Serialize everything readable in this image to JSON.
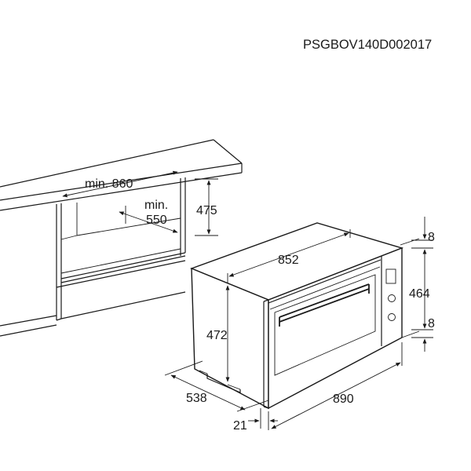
{
  "document_code": "PSGBOV140D002017",
  "dimensions": {
    "niche_width": "min. 860",
    "niche_depth_line1": "min.",
    "niche_depth_line2": "550",
    "niche_height": "475",
    "oven_width_top": "852",
    "oven_height": "472",
    "oven_depth": "538",
    "oven_front_width": "890",
    "front_height": "464",
    "gap_top": "8",
    "gap_bottom": "8",
    "door_offset": "21"
  }
}
